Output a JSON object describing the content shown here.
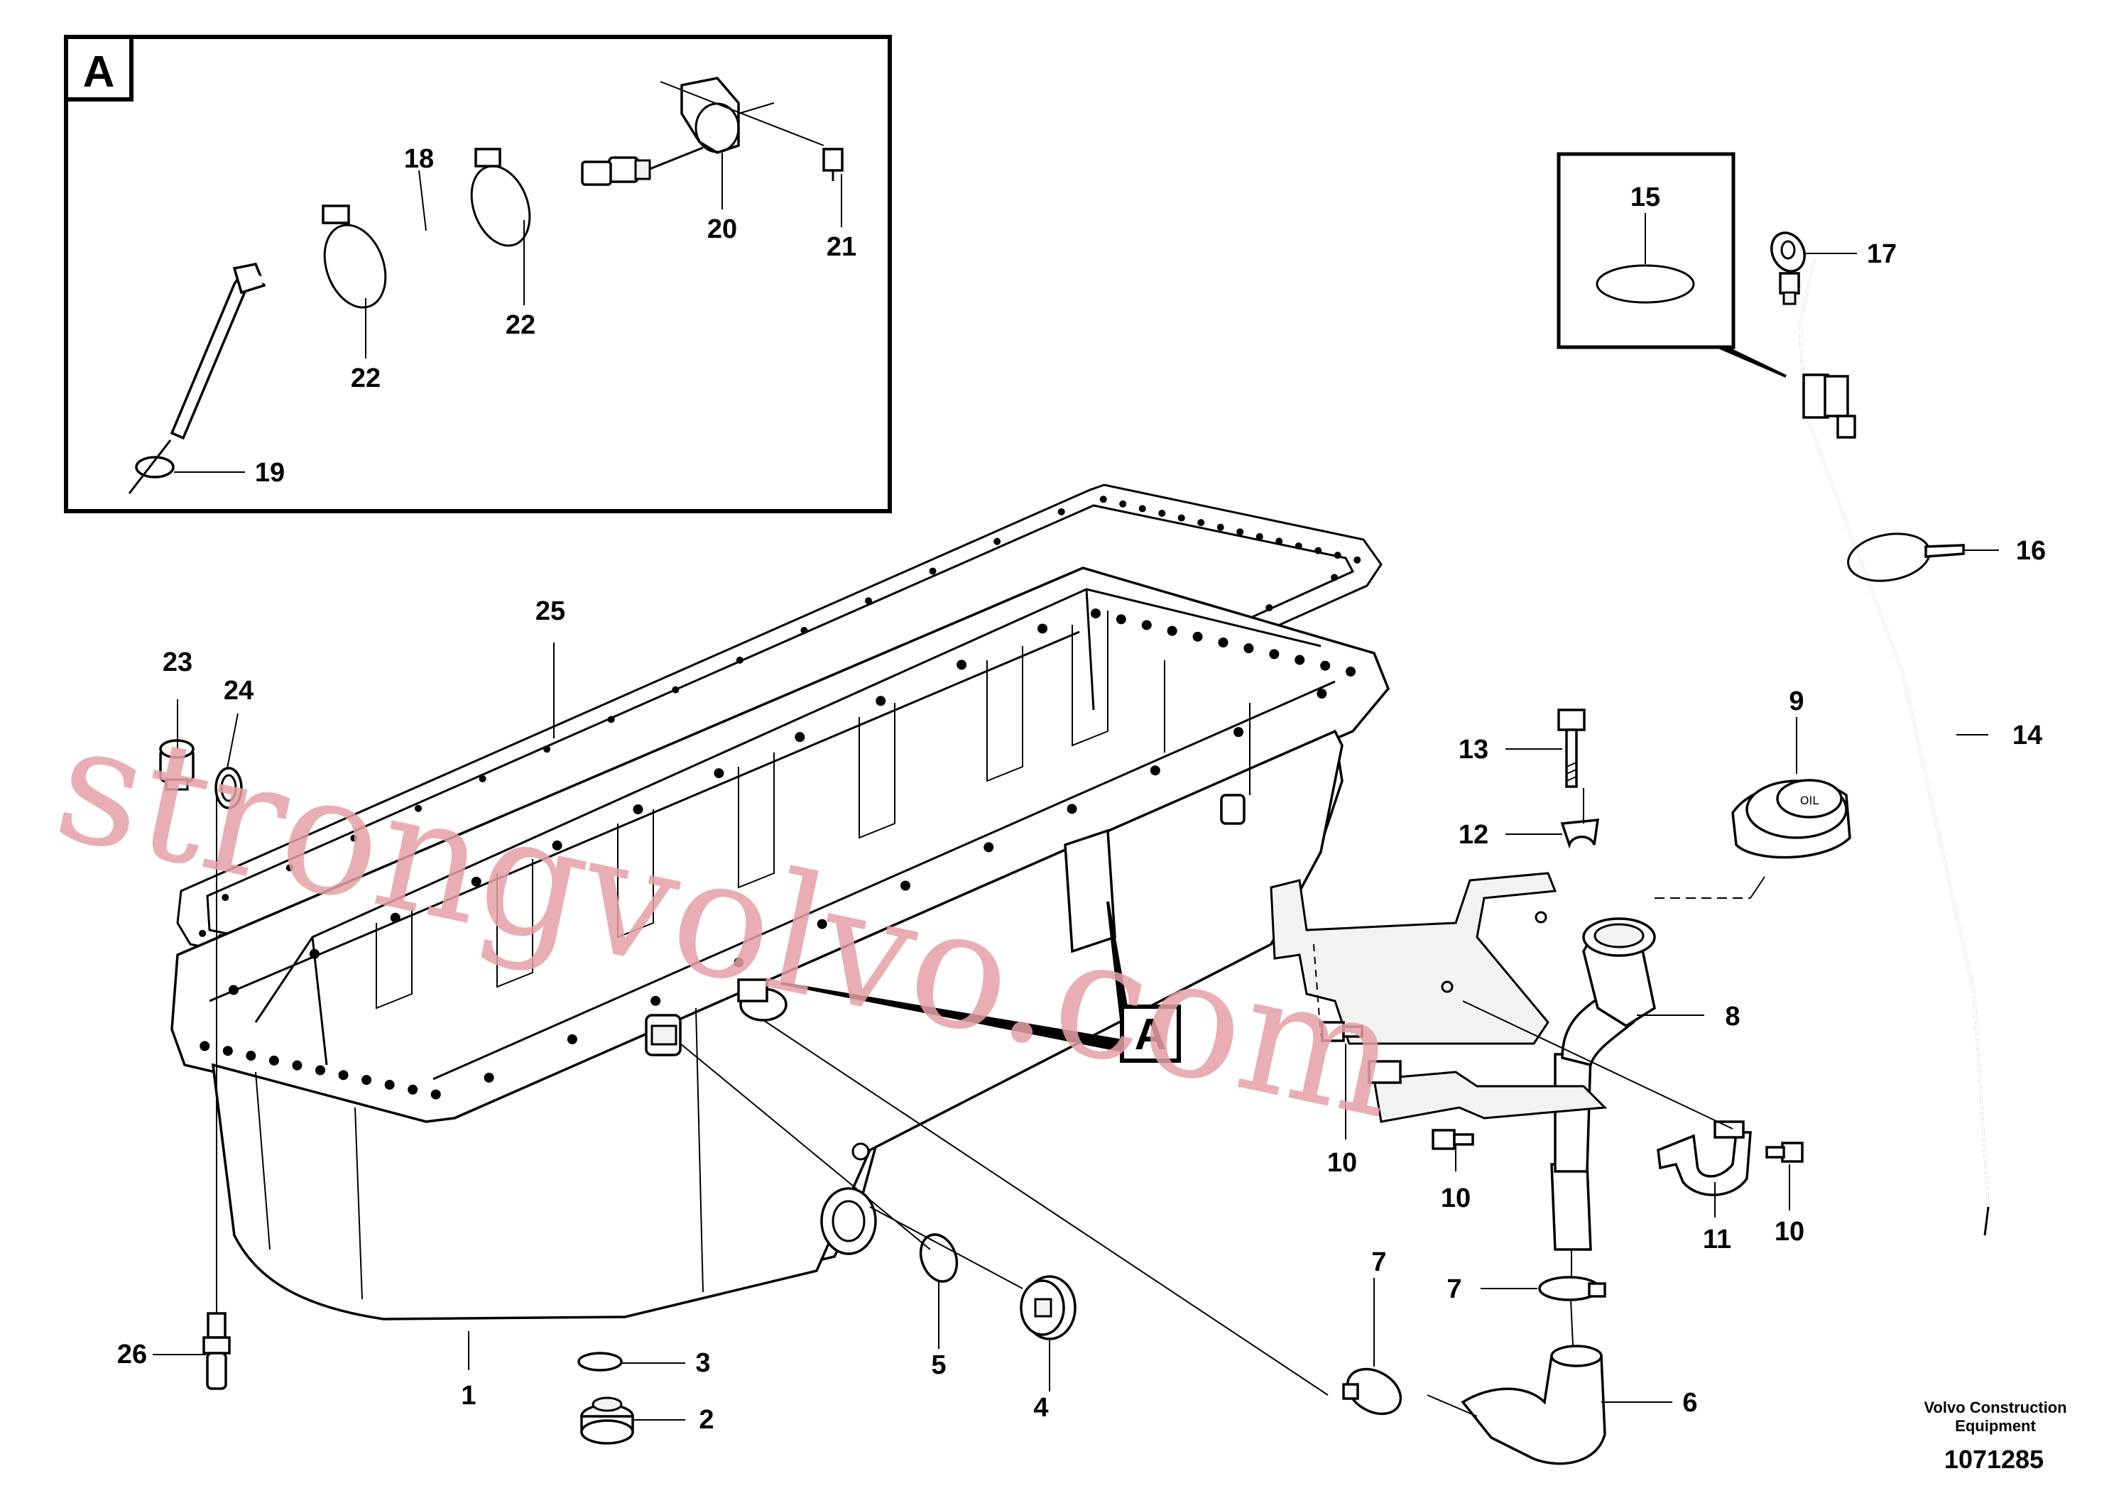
{
  "callouts": [
    {
      "id": "c1",
      "text": "1"
    },
    {
      "id": "c2",
      "text": "2"
    },
    {
      "id": "c3",
      "text": "3"
    },
    {
      "id": "c4",
      "text": "4"
    },
    {
      "id": "c5",
      "text": "5"
    },
    {
      "id": "c6",
      "text": "6"
    },
    {
      "id": "c7a",
      "text": "7"
    },
    {
      "id": "c7b",
      "text": "7"
    },
    {
      "id": "c8",
      "text": "8"
    },
    {
      "id": "c9",
      "text": "9"
    },
    {
      "id": "c10a",
      "text": "10"
    },
    {
      "id": "c10b",
      "text": "10"
    },
    {
      "id": "c10c",
      "text": "10"
    },
    {
      "id": "c11",
      "text": "11"
    },
    {
      "id": "c12",
      "text": "12"
    },
    {
      "id": "c13",
      "text": "13"
    },
    {
      "id": "c14",
      "text": "14"
    },
    {
      "id": "c15",
      "text": "15"
    },
    {
      "id": "c16",
      "text": "16"
    },
    {
      "id": "c17",
      "text": "17"
    },
    {
      "id": "c18",
      "text": "18"
    },
    {
      "id": "c19",
      "text": "19"
    },
    {
      "id": "c20",
      "text": "20"
    },
    {
      "id": "c21",
      "text": "21"
    },
    {
      "id": "c22a",
      "text": "22"
    },
    {
      "id": "c22b",
      "text": "22"
    },
    {
      "id": "c23",
      "text": "23"
    },
    {
      "id": "c24",
      "text": "24"
    },
    {
      "id": "c25",
      "text": "25"
    },
    {
      "id": "c26",
      "text": "26"
    }
  ],
  "detail_box": {
    "label": "A"
  },
  "view_marker": {
    "label": "A"
  },
  "watermark": "strongvolvo.com",
  "footer": {
    "brand_line1": "Volvo Construction",
    "brand_line2": "Equipment",
    "drawing_number": "1071285"
  }
}
